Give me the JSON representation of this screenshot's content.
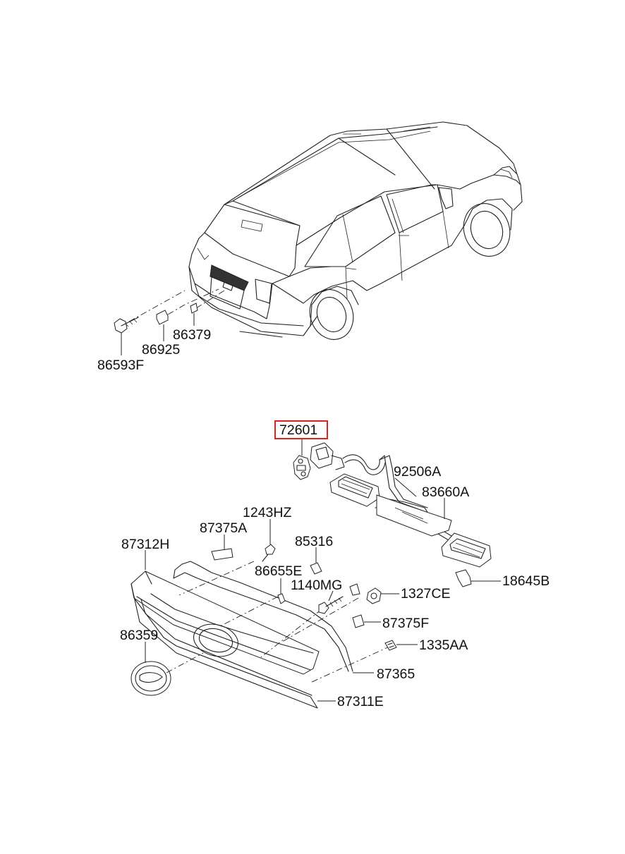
{
  "labels": {
    "p86593F": "86593F",
    "p86925": "86925",
    "p86379": "86379",
    "p72601": "72601",
    "p92506A": "92506A",
    "p83660A": "83660A",
    "p18645B": "18645B",
    "p1243HZ": "1243HZ",
    "p87375A": "87375A",
    "p87312H": "87312H",
    "p85316": "85316",
    "p86655E": "86655E",
    "p1140MG": "1140MG",
    "p1327CE": "1327CE",
    "p87375F": "87375F",
    "p1335AA": "1335AA",
    "p86359": "86359",
    "p87365": "87365",
    "p87311E": "87311E"
  },
  "highlighted_part": "72601",
  "highlight_color": "#e0201b"
}
